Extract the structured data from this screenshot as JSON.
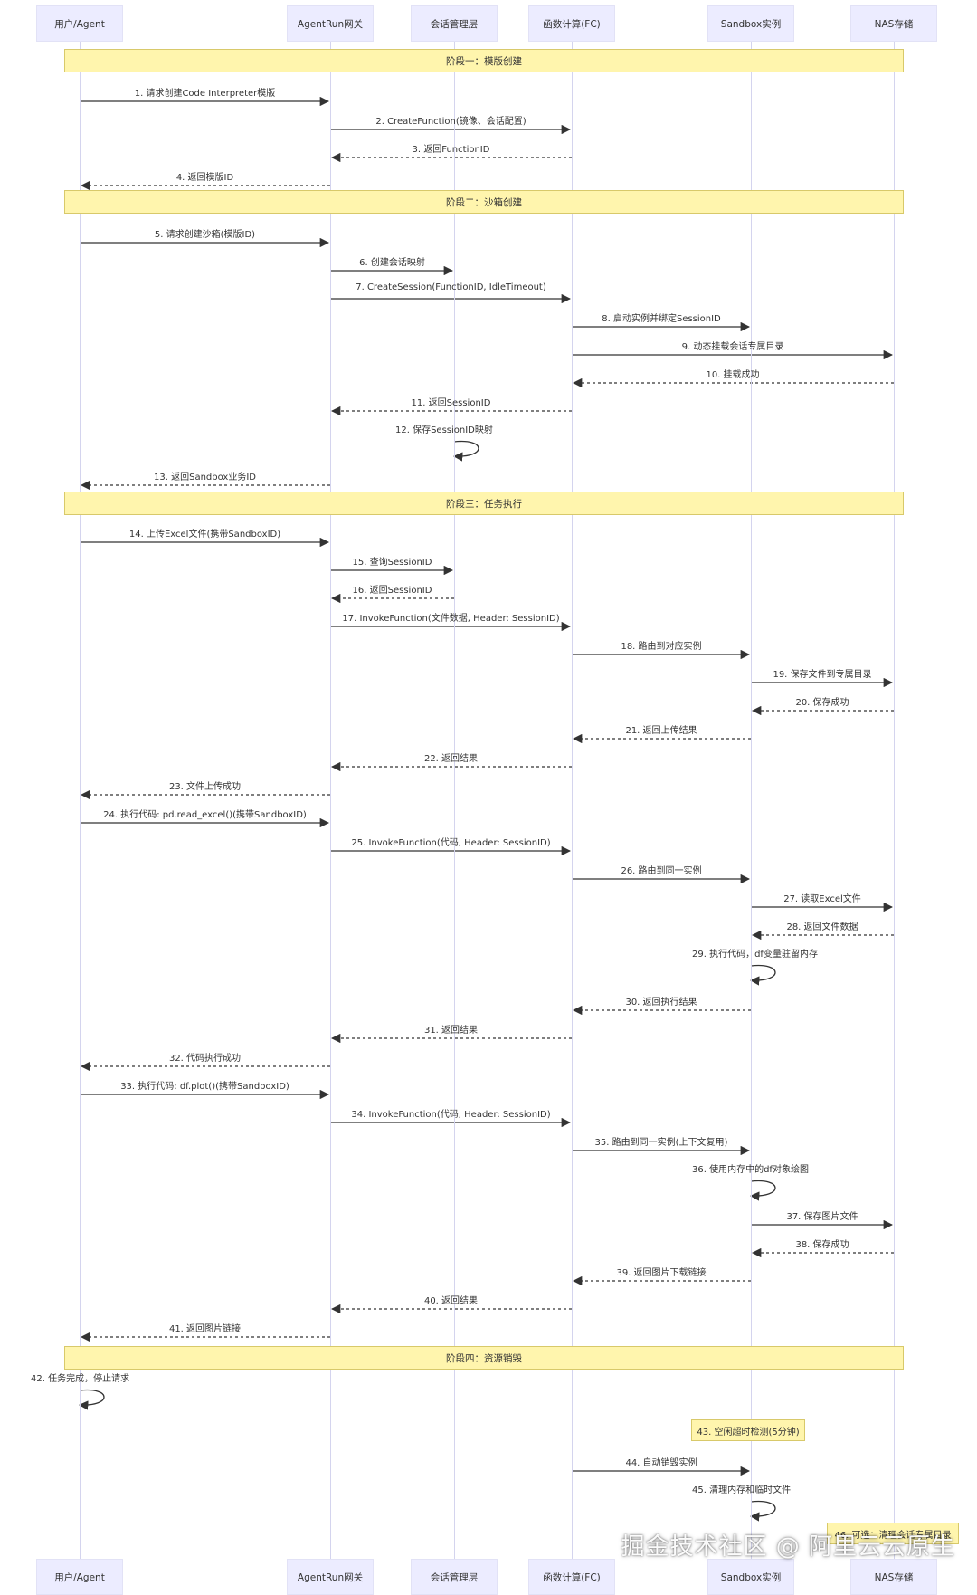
{
  "actors": [
    {
      "id": "user",
      "label": "用户/Agent"
    },
    {
      "id": "gw",
      "label": "AgentRun网关"
    },
    {
      "id": "sess",
      "label": "会话管理层"
    },
    {
      "id": "fc",
      "label": "函数计算(FC)"
    },
    {
      "id": "sb",
      "label": "Sandbox实例"
    },
    {
      "id": "nas",
      "label": "NAS存储"
    }
  ],
  "phases": [
    {
      "label": "阶段一：模版创建",
      "after": 0
    },
    {
      "label": "阶段二：沙箱创建",
      "after": 4
    },
    {
      "label": "阶段三：任务执行",
      "after": 13
    },
    {
      "label": "阶段四：资源销毁",
      "after": 41
    }
  ],
  "messages": [
    {
      "n": 1,
      "text": "1. 请求创建Code Interpreter模版",
      "from": "user",
      "to": "gw",
      "type": "solid"
    },
    {
      "n": 2,
      "text": "2. CreateFunction(镜像、会话配置)",
      "from": "gw",
      "to": "fc",
      "type": "solid"
    },
    {
      "n": 3,
      "text": "3. 返回FunctionID",
      "from": "fc",
      "to": "gw",
      "type": "dotted"
    },
    {
      "n": 4,
      "text": "4. 返回模版ID",
      "from": "gw",
      "to": "user",
      "type": "dotted"
    },
    {
      "n": 5,
      "text": "5. 请求创建沙箱(模版ID)",
      "from": "user",
      "to": "gw",
      "type": "solid"
    },
    {
      "n": 6,
      "text": "6. 创建会话映射",
      "from": "gw",
      "to": "sess",
      "type": "solid"
    },
    {
      "n": 7,
      "text": "7. CreateSession(FunctionID, IdleTimeout)",
      "from": "gw",
      "to": "fc",
      "type": "solid"
    },
    {
      "n": 8,
      "text": "8. 启动实例并绑定SessionID",
      "from": "fc",
      "to": "sb",
      "type": "solid"
    },
    {
      "n": 9,
      "text": "9. 动态挂载会话专属目录",
      "from": "fc",
      "to": "nas",
      "type": "solid"
    },
    {
      "n": 10,
      "text": "10. 挂载成功",
      "from": "nas",
      "to": "fc",
      "type": "dotted"
    },
    {
      "n": 11,
      "text": "11. 返回SessionID",
      "from": "fc",
      "to": "gw",
      "type": "dotted"
    },
    {
      "n": 12,
      "text": "12. 保存SessionID映射",
      "from": "sess",
      "to": "sess",
      "type": "self"
    },
    {
      "n": 13,
      "text": "13. 返回Sandbox业务ID",
      "from": "gw",
      "to": "user",
      "type": "dotted"
    },
    {
      "n": 14,
      "text": "14. 上传Excel文件(携带SandboxID)",
      "from": "user",
      "to": "gw",
      "type": "solid"
    },
    {
      "n": 15,
      "text": "15. 查询SessionID",
      "from": "gw",
      "to": "sess",
      "type": "solid"
    },
    {
      "n": 16,
      "text": "16. 返回SessionID",
      "from": "sess",
      "to": "gw",
      "type": "dotted"
    },
    {
      "n": 17,
      "text": "17. InvokeFunction(文件数据, Header: SessionID)",
      "from": "gw",
      "to": "fc",
      "type": "solid"
    },
    {
      "n": 18,
      "text": "18. 路由到对应实例",
      "from": "fc",
      "to": "sb",
      "type": "solid"
    },
    {
      "n": 19,
      "text": "19. 保存文件到专属目录",
      "from": "sb",
      "to": "nas",
      "type": "solid"
    },
    {
      "n": 20,
      "text": "20. 保存成功",
      "from": "nas",
      "to": "sb",
      "type": "dotted"
    },
    {
      "n": 21,
      "text": "21. 返回上传结果",
      "from": "sb",
      "to": "fc",
      "type": "dotted"
    },
    {
      "n": 22,
      "text": "22. 返回结果",
      "from": "fc",
      "to": "gw",
      "type": "dotted"
    },
    {
      "n": 23,
      "text": "23. 文件上传成功",
      "from": "gw",
      "to": "user",
      "type": "dotted"
    },
    {
      "n": 24,
      "text": "24. 执行代码: pd.read_excel()(携带SandboxID)",
      "from": "user",
      "to": "gw",
      "type": "solid"
    },
    {
      "n": 25,
      "text": "25. InvokeFunction(代码, Header: SessionID)",
      "from": "gw",
      "to": "fc",
      "type": "solid"
    },
    {
      "n": 26,
      "text": "26. 路由到同一实例",
      "from": "fc",
      "to": "sb",
      "type": "solid"
    },
    {
      "n": 27,
      "text": "27. 读取Excel文件",
      "from": "sb",
      "to": "nas",
      "type": "solid"
    },
    {
      "n": 28,
      "text": "28. 返回文件数据",
      "from": "nas",
      "to": "sb",
      "type": "dotted"
    },
    {
      "n": 29,
      "text": "29. 执行代码，df变量驻留内存",
      "from": "sb",
      "to": "sb",
      "type": "self"
    },
    {
      "n": 30,
      "text": "30. 返回执行结果",
      "from": "sb",
      "to": "fc",
      "type": "dotted"
    },
    {
      "n": 31,
      "text": "31. 返回结果",
      "from": "fc",
      "to": "gw",
      "type": "dotted"
    },
    {
      "n": 32,
      "text": "32. 代码执行成功",
      "from": "gw",
      "to": "user",
      "type": "dotted"
    },
    {
      "n": 33,
      "text": "33. 执行代码: df.plot()(携带SandboxID)",
      "from": "user",
      "to": "gw",
      "type": "solid"
    },
    {
      "n": 34,
      "text": "34. InvokeFunction(代码, Header: SessionID)",
      "from": "gw",
      "to": "fc",
      "type": "solid"
    },
    {
      "n": 35,
      "text": "35. 路由到同一实例(上下文复用)",
      "from": "fc",
      "to": "sb",
      "type": "solid"
    },
    {
      "n": 36,
      "text": "36. 使用内存中的df对象绘图",
      "from": "sb",
      "to": "sb",
      "type": "self"
    },
    {
      "n": 37,
      "text": "37. 保存图片文件",
      "from": "sb",
      "to": "nas",
      "type": "solid"
    },
    {
      "n": 38,
      "text": "38. 保存成功",
      "from": "nas",
      "to": "sb",
      "type": "dotted"
    },
    {
      "n": 39,
      "text": "39. 返回图片下载链接",
      "from": "sb",
      "to": "fc",
      "type": "dotted"
    },
    {
      "n": 40,
      "text": "40. 返回结果",
      "from": "fc",
      "to": "gw",
      "type": "dotted"
    },
    {
      "n": 41,
      "text": "41. 返回图片链接",
      "from": "gw",
      "to": "user",
      "type": "dotted"
    },
    {
      "n": 42,
      "text": "42. 任务完成，停止请求",
      "from": "user",
      "to": "user",
      "type": "self"
    },
    {
      "n": 44,
      "text": "44. 自动销毁实例",
      "from": "fc",
      "to": "sb",
      "type": "solid"
    },
    {
      "n": 45,
      "text": "45. 清理内存和临时文件",
      "from": "sb",
      "to": "sb",
      "type": "self"
    }
  ],
  "notes": [
    {
      "text": "43. 空闲超时检测(5分钟)",
      "over": "sb"
    },
    {
      "text": "46. 可选：清理会话专属目录",
      "over": "nas"
    }
  ],
  "watermark": "掘金技术社区 @ 阿里云云原生",
  "colors": {
    "actor_fill": "#ececff",
    "phase_fill": "#fff5ad",
    "line": "#333333",
    "lifeline": "#d4d4ee"
  }
}
